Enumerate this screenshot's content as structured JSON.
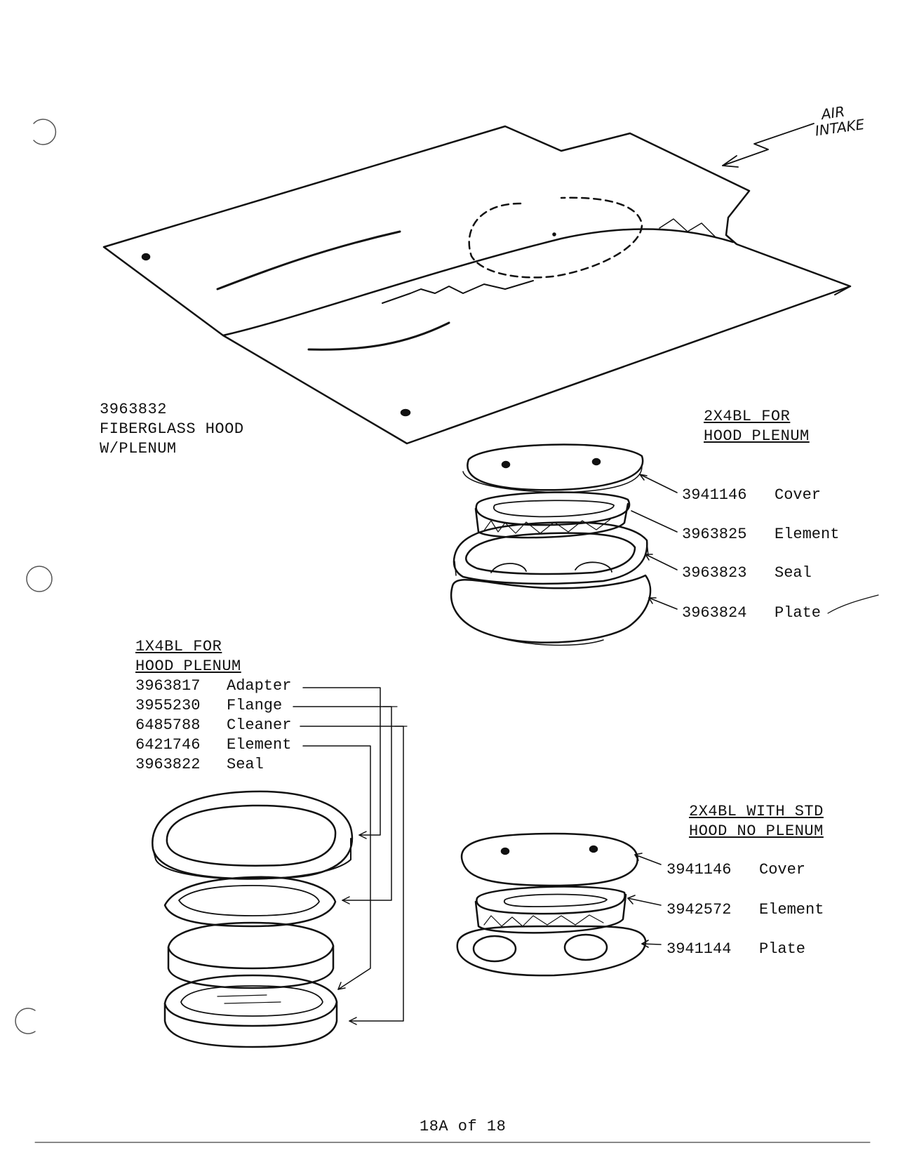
{
  "air_intake": {
    "line1": "AIR",
    "line2": "INTAKE"
  },
  "hood": {
    "part_number": "3963832",
    "line2": "FIBERGLASS HOOD",
    "line3": "W/PLENUM"
  },
  "kit_2x4bl_plenum": {
    "title1": "2X4BL FOR",
    "title2": "HOOD PLENUM",
    "parts": [
      {
        "number": "3941146",
        "name": "Cover"
      },
      {
        "number": "3963825",
        "name": "Element"
      },
      {
        "number": "3963823",
        "name": "Seal"
      },
      {
        "number": "3963824",
        "name": "Plate"
      }
    ]
  },
  "kit_1x4bl_plenum": {
    "title1": "1X4BL FOR",
    "title2": "HOOD PLENUM",
    "parts": [
      {
        "number": "3963817",
        "name": "Adapter"
      },
      {
        "number": "3955230",
        "name": "Flange"
      },
      {
        "number": "6485788",
        "name": "Cleaner"
      },
      {
        "number": "6421746",
        "name": "Element"
      },
      {
        "number": "3963822",
        "name": "Seal"
      }
    ]
  },
  "kit_2x4bl_std": {
    "title1": "2X4BL WITH STD",
    "title2": "HOOD NO PLENUM",
    "parts": [
      {
        "number": "3941146",
        "name": "Cover"
      },
      {
        "number": "3942572",
        "name": "Element"
      },
      {
        "number": "3941144",
        "name": "Plate"
      }
    ]
  },
  "page_number": "18A of 18"
}
